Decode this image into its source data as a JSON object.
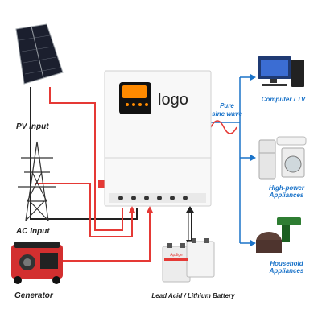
{
  "inverter": {
    "logo_text": "logo"
  },
  "sources": [
    {
      "label": "PV Input"
    },
    {
      "label": "AC Input"
    },
    {
      "label": "Generator"
    }
  ],
  "battery": {
    "label": "Lead Acid / Lithium Battery",
    "brand_text": "Apdige"
  },
  "output": {
    "wave_line1": "Pure",
    "wave_line2": "sine wave"
  },
  "loads": [
    {
      "label_lines": [
        "Computer / TV"
      ]
    },
    {
      "label_lines": [
        "High-power",
        "Appliances"
      ]
    },
    {
      "label_lines": [
        "Household",
        "Appliances"
      ]
    }
  ],
  "colors": {
    "input_wire": "#e53935",
    "output_line": "#1a73c9",
    "label_blue": "#1a73c9",
    "label_dark": "#222222"
  },
  "icons": [
    "solar-panel-icon",
    "transmission-tower-icon",
    "generator-icon",
    "battery-icon",
    "computer-icon",
    "fridge-icon",
    "washing-machine-icon",
    "air-conditioner-icon",
    "drill-icon",
    "rice-cooker-icon"
  ]
}
